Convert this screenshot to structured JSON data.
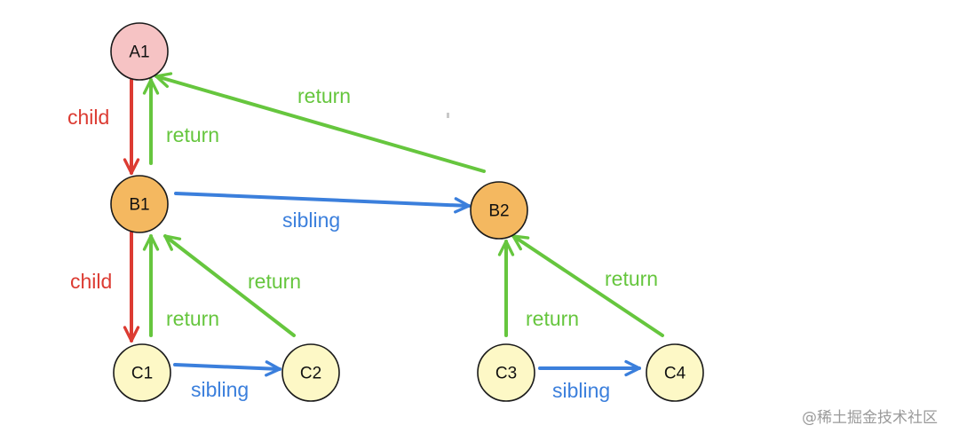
{
  "colors": {
    "child": "#dc3b32",
    "return": "#66c63e",
    "sibling": "#3b7fdc",
    "root_fill": "#f6c3c4",
    "middle_fill": "#f4b860",
    "leaf_fill": "#fdf8c6"
  },
  "nodes": [
    {
      "id": "A1",
      "label": "A1",
      "level": "root"
    },
    {
      "id": "B1",
      "label": "B1",
      "level": "middle"
    },
    {
      "id": "B2",
      "label": "B2",
      "level": "middle"
    },
    {
      "id": "C1",
      "label": "C1",
      "level": "leaf"
    },
    {
      "id": "C2",
      "label": "C2",
      "level": "leaf"
    },
    {
      "id": "C3",
      "label": "C3",
      "level": "leaf"
    },
    {
      "id": "C4",
      "label": "C4",
      "level": "leaf"
    }
  ],
  "edges": [
    {
      "id": "A1-child-B1",
      "from": "A1",
      "to": "B1",
      "type": "child",
      "label": "child"
    },
    {
      "id": "B1-return-A1",
      "from": "B1",
      "to": "A1",
      "type": "return",
      "label": "return"
    },
    {
      "id": "B2-return-A1",
      "from": "B2",
      "to": "A1",
      "type": "return",
      "label": "return"
    },
    {
      "id": "B1-sibling-B2",
      "from": "B1",
      "to": "B2",
      "type": "sibling",
      "label": "sibling"
    },
    {
      "id": "B1-child-C1",
      "from": "B1",
      "to": "C1",
      "type": "child",
      "label": "child"
    },
    {
      "id": "C1-return-B1",
      "from": "C1",
      "to": "B1",
      "type": "return",
      "label": "return"
    },
    {
      "id": "C2-return-B1",
      "from": "C2",
      "to": "B1",
      "type": "return",
      "label": "return"
    },
    {
      "id": "C1-sibling-C2",
      "from": "C1",
      "to": "C2",
      "type": "sibling",
      "label": "sibling"
    },
    {
      "id": "C3-return-B2",
      "from": "C3",
      "to": "B2",
      "type": "return",
      "label": "return"
    },
    {
      "id": "C4-return-B2",
      "from": "C4",
      "to": "B2",
      "type": "return",
      "label": "return"
    },
    {
      "id": "C3-sibling-C4",
      "from": "C3",
      "to": "C4",
      "type": "sibling",
      "label": "sibling"
    }
  ],
  "watermark": "@稀土掘金技术社区"
}
